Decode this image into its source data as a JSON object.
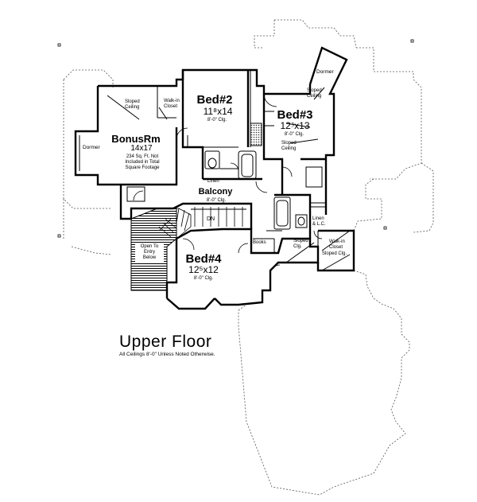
{
  "plan": {
    "title": "Upper Floor",
    "note": "All Ceilings 8'-0\" Unless Noted Otherwise.",
    "rooms": {
      "bonus": {
        "name": "BonusRm",
        "size": "14x17",
        "note_lines": [
          "234 Sq. Ft. Not",
          "Included in Total",
          "Square Footage"
        ]
      },
      "bed2": {
        "name": "Bed#2",
        "size": "11⁸x14",
        "ceiling": "8'-0\" Clg."
      },
      "bed3": {
        "name": "Bed#3",
        "size": "12⁳x13",
        "ceiling": "8'-0\" Clg."
      },
      "bed4": {
        "name": "Bed#4",
        "size": "12⁵x12",
        "ceiling": "8'-0\" Clg."
      },
      "balcony": {
        "name": "Balcony",
        "ceiling": "8'-0\" Clg."
      }
    },
    "labels": {
      "dormer_left": "Dormer",
      "dormer_top": "Dormer",
      "sloped_ceiling_bonus": [
        "Sloped",
        "Ceiling"
      ],
      "walkin_closet_bonus": [
        "Walk-in",
        "Closet"
      ],
      "sloped_ceiling_bed3_top": [
        "Sloped",
        "Ceiling"
      ],
      "sloped_ceiling_bed3_bottom": [
        "Sloped",
        "Ceiling"
      ],
      "linen_bath": "Linen",
      "linen_wic": [
        "Linen",
        "& L.C."
      ],
      "sloped_clg": [
        "Sloped",
        "Clg."
      ],
      "walkin_closet_bed4": [
        "Walk-in",
        "Closet"
      ],
      "sloped_clg_bed4": "Sloped Clg.",
      "books": "Books",
      "down": "DN",
      "open_to_entry": [
        "Open To",
        "Entry",
        "Below"
      ]
    }
  }
}
